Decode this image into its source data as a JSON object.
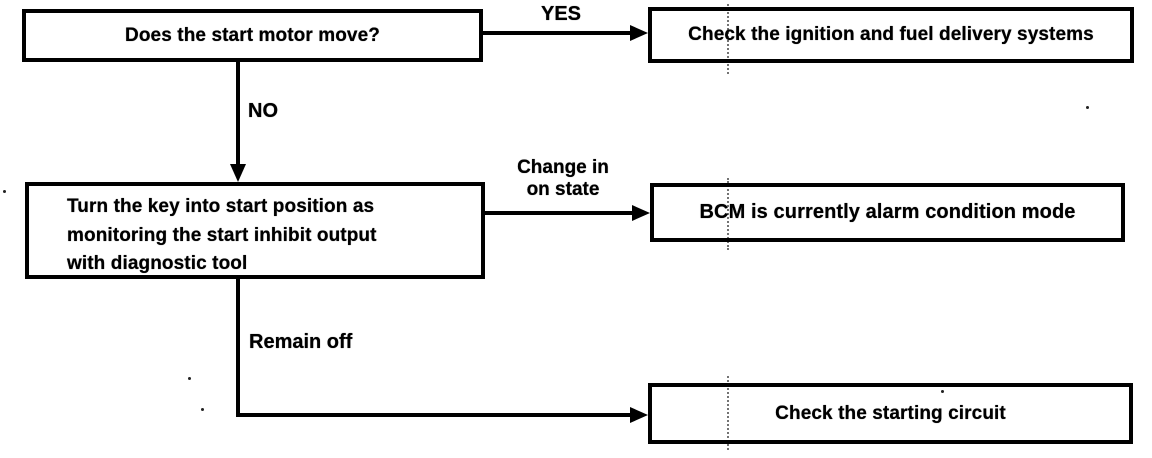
{
  "diagram": {
    "type": "flowchart",
    "subject": "start-motor-diagnostic",
    "colors": {
      "ink": "#000000",
      "background": "#ffffff"
    },
    "nodes": {
      "start_motor": {
        "text": "Does the start motor move?"
      },
      "ignition": {
        "text": "Check the ignition and fuel delivery systems"
      },
      "turn_key": {
        "lines": [
          "Turn the key into start position as",
          "monitoring the start inhibit output",
          "with diagnostic tool"
        ]
      },
      "bcm": {
        "text": "BCM is currently alarm condition mode"
      },
      "starting_circuit": {
        "text": "Check the starting circuit"
      }
    },
    "edges": {
      "yes": {
        "label": "YES",
        "from": "start_motor",
        "to": "ignition"
      },
      "no": {
        "label": "NO",
        "from": "start_motor",
        "to": "turn_key"
      },
      "change_in_on_state": {
        "label_line1": "Change in",
        "label_line2": "on state",
        "from": "turn_key",
        "to": "bcm"
      },
      "remain_off": {
        "label": "Remain off",
        "from": "turn_key",
        "to": "starting_circuit"
      }
    }
  }
}
